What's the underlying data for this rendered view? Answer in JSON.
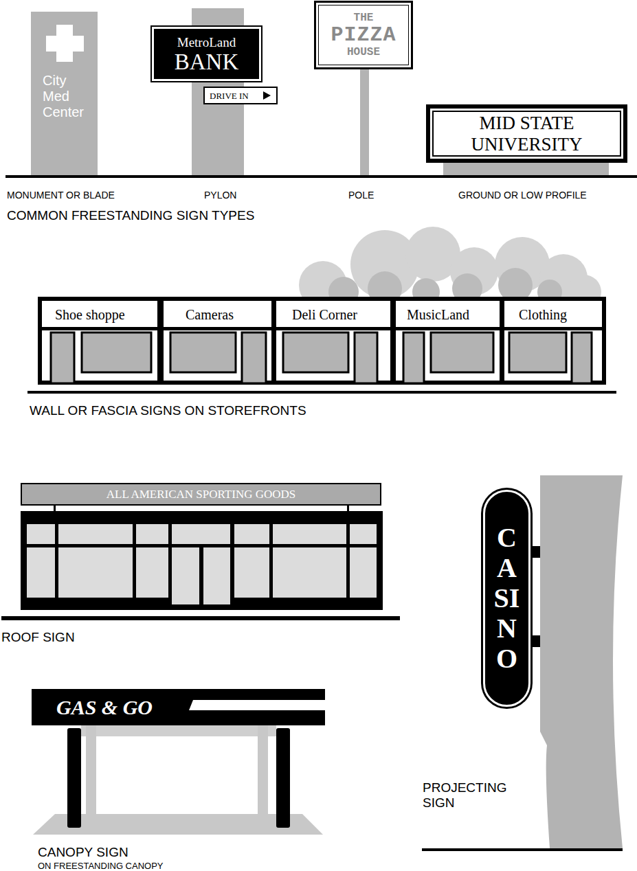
{
  "diagram": {
    "nodes": [
      {
        "text": [
          "City Med Center"
        ]
      },
      {
        "text": [
          "MetroLand",
          "BANK"
        ]
      },
      {
        "text": [
          "DRIVE IN"
        ]
      },
      {
        "text": [
          "THE",
          "PIZZA",
          "HOUSE"
        ]
      },
      {
        "text": [
          "MID STATE UNIVERSITY"
        ]
      },
      {
        "text": [
          "Shoe shoppe"
        ]
      },
      {
        "text": [
          "Cameras"
        ]
      },
      {
        "text": [
          "Deli Corner"
        ]
      },
      {
        "text": [
          "MusicLand"
        ]
      },
      {
        "text": [
          "Clothing"
        ]
      },
      {
        "text": [
          "ALL AMERICAN SPORTING GOODS"
        ]
      },
      {
        "text": [
          "GAS & GO"
        ]
      },
      {
        "text": [
          "CASINO"
        ]
      }
    ],
    "labels": [
      "MONUMENT OR BLADE",
      "PYLON",
      "POLE",
      "GROUND OR LOW PROFILE",
      "COMMON FREESTANDING SIGN TYPES",
      "WALL OR FASCIA SIGNS ON STOREFRONTS",
      "ROOF SIGN",
      "PROJECTING SIGN",
      "CANOPY SIGN",
      "ON FREESTANDING CANOPY"
    ]
  }
}
